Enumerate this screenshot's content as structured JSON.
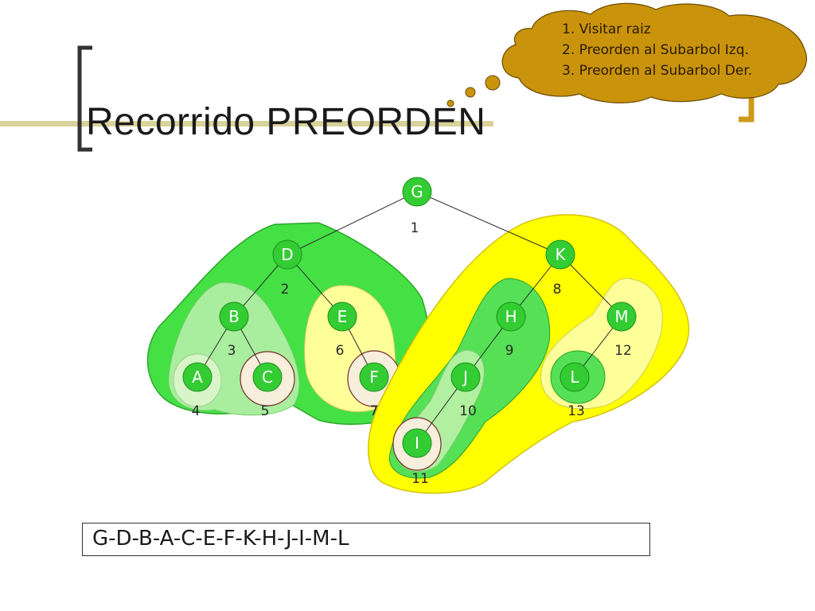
{
  "title": "Recorrido PREORDEN",
  "steps": [
    "1. Visitar raiz",
    "2. Preorden al Subarbol Izq.",
    "3. Preorden al Subarbol Der."
  ],
  "result": "G-D-B-A-C-E-F-K-H-J-I-M-L",
  "colors": {
    "node": "#33cc33",
    "region_green": "#44e044",
    "region_yellow": "#ffff00",
    "cloud": "#c9930c",
    "bracket": "#cc9a1a"
  },
  "tree": {
    "nodes": [
      {
        "id": "G",
        "order": "1"
      },
      {
        "id": "D",
        "order": "2"
      },
      {
        "id": "B",
        "order": "3"
      },
      {
        "id": "A",
        "order": "4"
      },
      {
        "id": "C",
        "order": "5"
      },
      {
        "id": "E",
        "order": "6"
      },
      {
        "id": "F",
        "order": "7"
      },
      {
        "id": "K",
        "order": "8"
      },
      {
        "id": "H",
        "order": "9"
      },
      {
        "id": "J",
        "order": "10"
      },
      {
        "id": "I",
        "order": "11"
      },
      {
        "id": "M",
        "order": "12"
      },
      {
        "id": "L",
        "order": "13"
      }
    ],
    "edges": [
      [
        "G",
        "D"
      ],
      [
        "G",
        "K"
      ],
      [
        "D",
        "B"
      ],
      [
        "D",
        "E"
      ],
      [
        "B",
        "A"
      ],
      [
        "B",
        "C"
      ],
      [
        "E",
        "F"
      ],
      [
        "K",
        "H"
      ],
      [
        "K",
        "M"
      ],
      [
        "H",
        "J"
      ],
      [
        "J",
        "I"
      ],
      [
        "M",
        "L"
      ]
    ]
  }
}
